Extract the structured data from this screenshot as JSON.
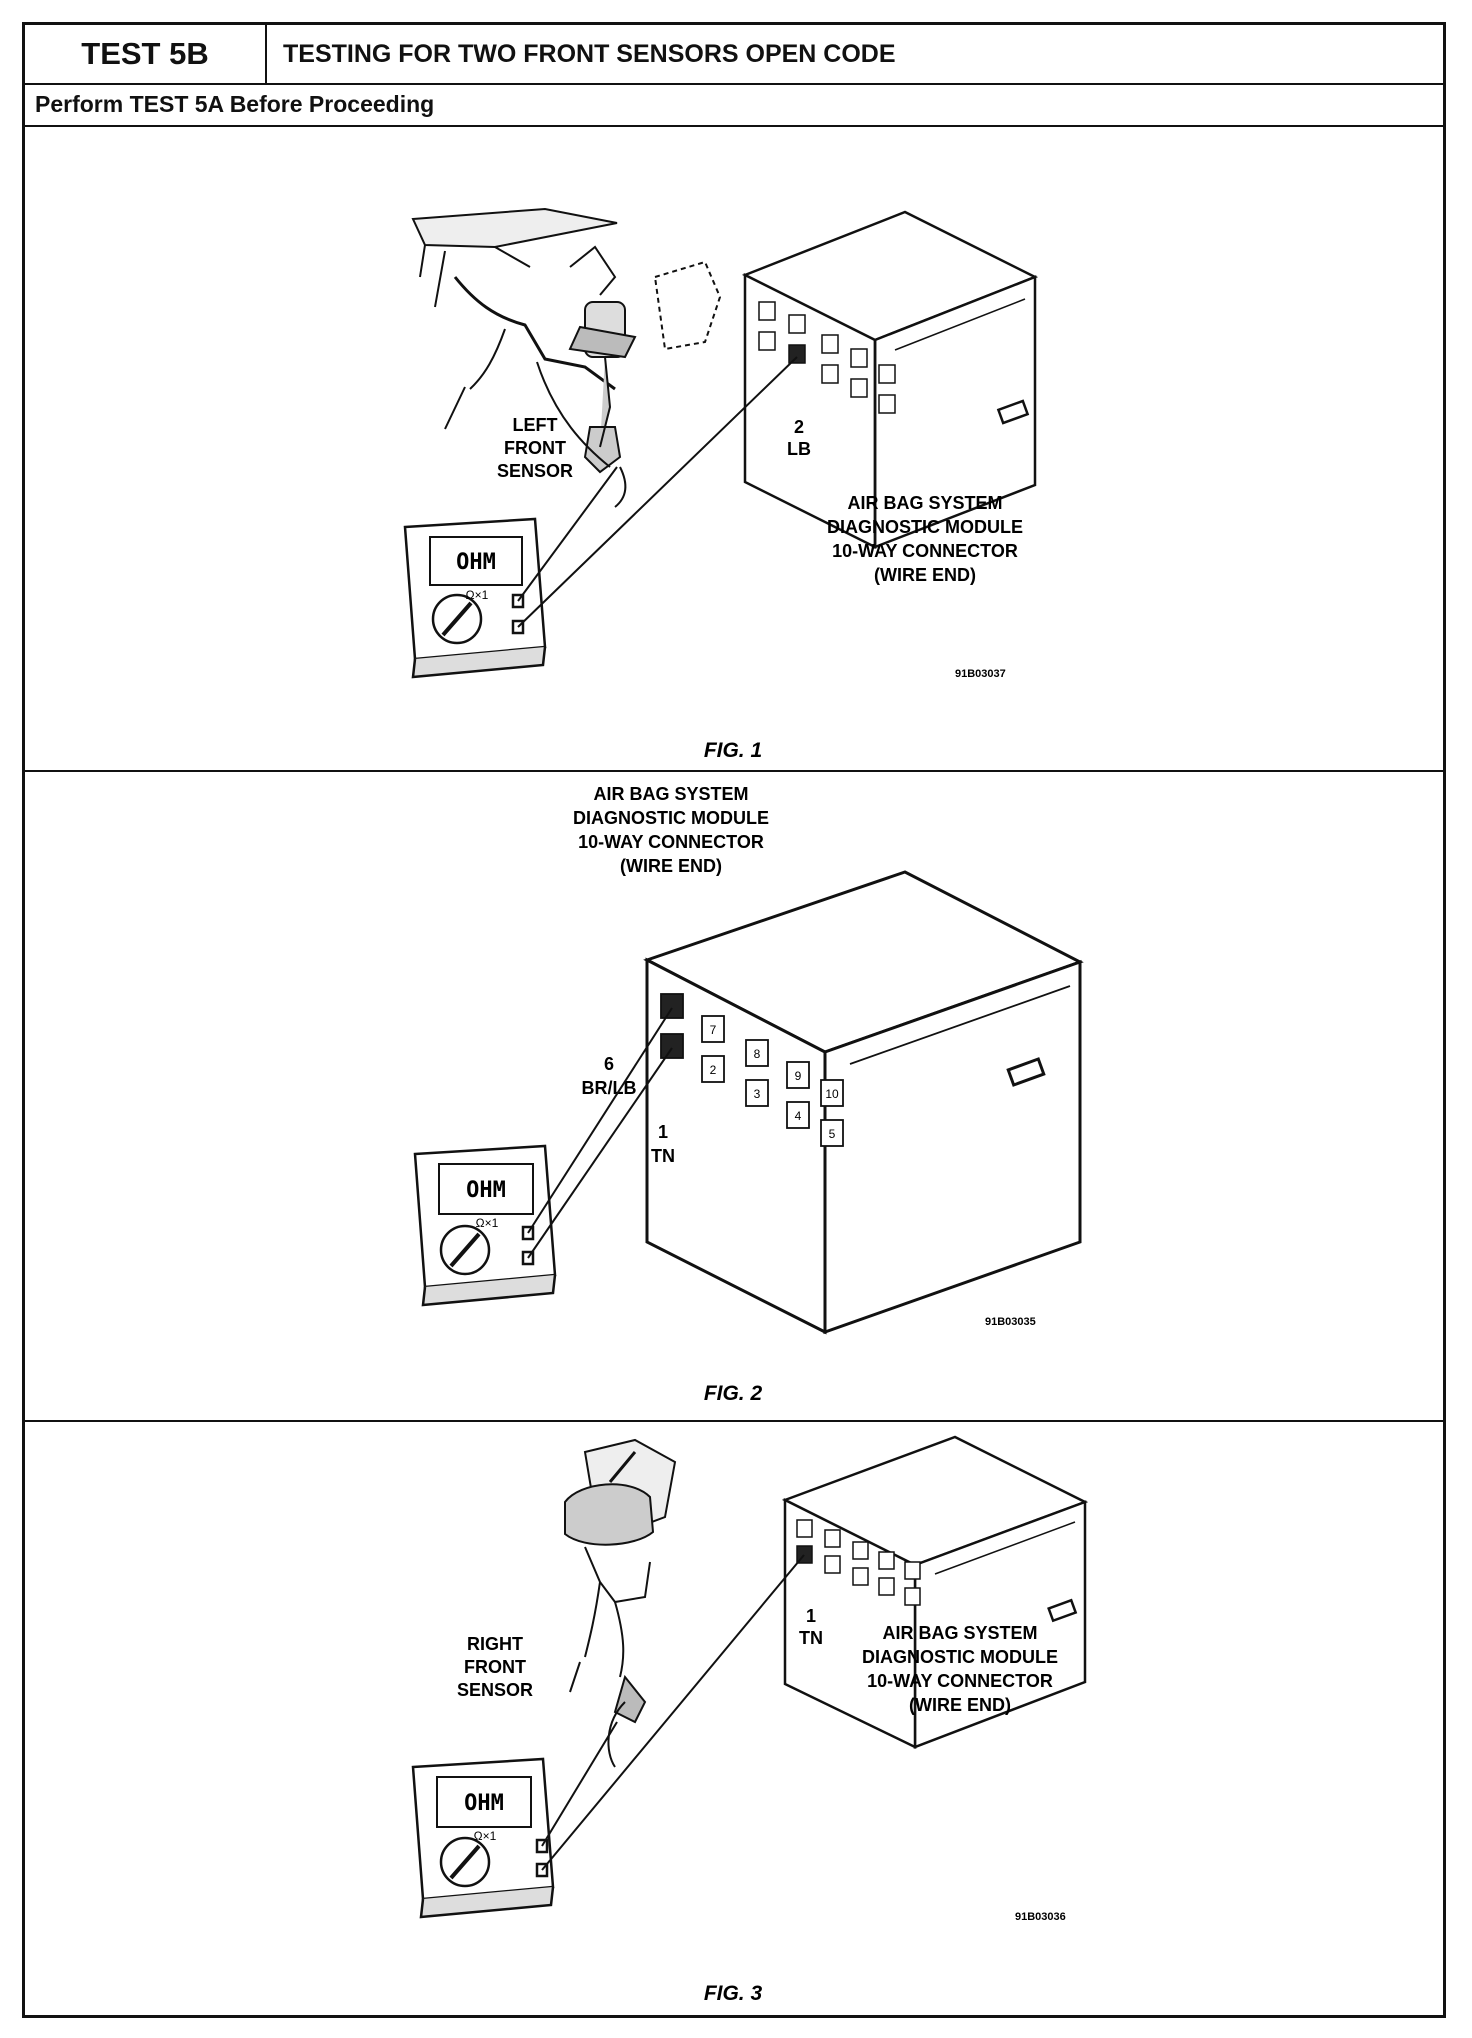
{
  "header": {
    "test_number": "TEST 5B",
    "title": "TESTING FOR TWO FRONT SENSORS OPEN CODE",
    "subtitle": "Perform TEST 5A Before Proceeding"
  },
  "meter": {
    "display": "OHM",
    "range": "Ω×1"
  },
  "connector": {
    "line1": "AIR BAG SYSTEM",
    "line2": "DIAGNOSTIC MODULE",
    "line3": "10-WAY CONNECTOR",
    "line4": "(WIRE END)",
    "pins": [
      "6",
      "7",
      "8",
      "9",
      "10",
      "1",
      "2",
      "3",
      "4",
      "5"
    ]
  },
  "fig1": {
    "caption": "FIG. 1",
    "code": "91B03037",
    "sensor_line1": "LEFT",
    "sensor_line2": "FRONT",
    "sensor_line3": "SENSOR",
    "pin_number": "2",
    "wire_color": "LB"
  },
  "fig2": {
    "caption": "FIG. 2",
    "code": "91B03035",
    "pin_a_number": "6",
    "pin_a_color": "BR/LB",
    "pin_b_number": "1",
    "pin_b_color": "TN"
  },
  "fig3": {
    "caption": "FIG. 3",
    "code": "91B03036",
    "sensor_line1": "RIGHT",
    "sensor_line2": "FRONT",
    "sensor_line3": "SENSOR",
    "pin_number": "1",
    "wire_color": "TN"
  }
}
